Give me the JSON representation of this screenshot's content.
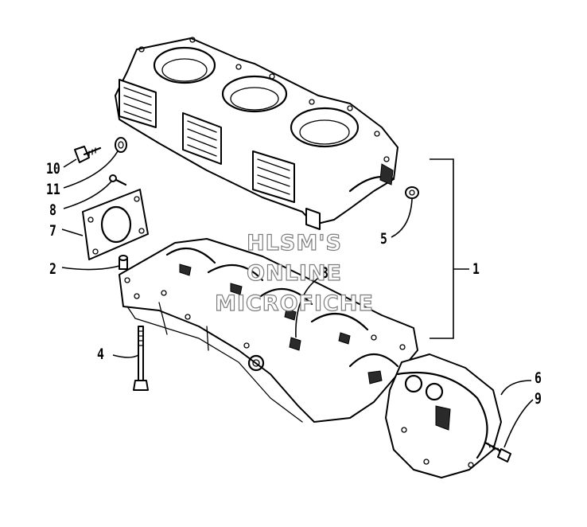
{
  "callouts": [
    {
      "id": "10",
      "label": "10"
    },
    {
      "id": "11",
      "label": "11"
    },
    {
      "id": "8",
      "label": "8"
    },
    {
      "id": "7",
      "label": "7"
    },
    {
      "id": "2",
      "label": "2"
    },
    {
      "id": "4",
      "label": "4"
    },
    {
      "id": "5",
      "label": "5"
    },
    {
      "id": "1",
      "label": "1"
    },
    {
      "id": "3",
      "label": "3"
    },
    {
      "id": "6",
      "label": "6"
    },
    {
      "id": "9",
      "label": "9"
    }
  ],
  "watermark": [
    "HLSM'S",
    "ONLINE",
    "MICROFICHE"
  ]
}
